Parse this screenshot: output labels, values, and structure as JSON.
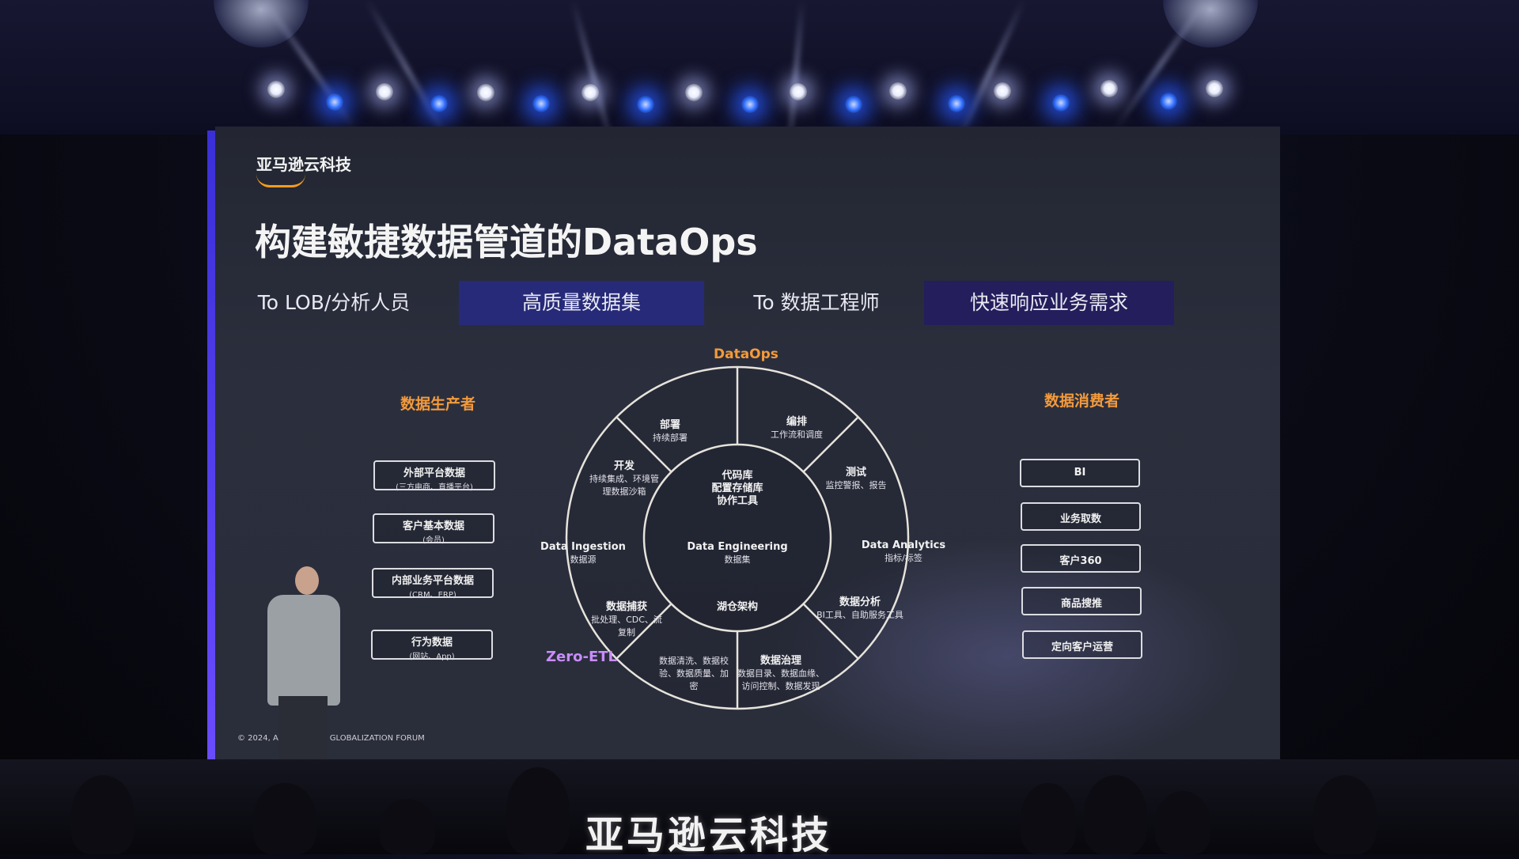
{
  "slide": {
    "logo_text": "亚马逊云科技",
    "title": "构建敏捷数据管道的DataOps",
    "tabs": [
      {
        "label": "To LOB/分析人员"
      },
      {
        "label": "高质量数据集"
      },
      {
        "label": "To 数据工程师"
      },
      {
        "label": "快速响应业务需求"
      }
    ],
    "producers": {
      "title": "数据生产者",
      "items": [
        {
          "label": "外部平台数据",
          "sub": "(三方电商、直播平台)"
        },
        {
          "label": "客户基本数据",
          "sub": "(会员)"
        },
        {
          "label": "内部业务平台数据",
          "sub": "(CRM、ERP)"
        },
        {
          "label": "行为数据",
          "sub": "(网站、App)"
        }
      ]
    },
    "consumers": {
      "title": "数据消费者",
      "items": [
        "BI",
        "业务取数",
        "客户360",
        "商品搜推",
        "定向客户运营"
      ]
    },
    "wheel": {
      "label": "DataOps",
      "core_top": [
        "代码库",
        "配置存储库",
        "协作工具"
      ],
      "core_center": {
        "title": "Data Engineering",
        "sub": "数据集"
      },
      "core_bottom": "湖仓架构",
      "segments": {
        "deploy": {
          "title": "部署",
          "sub": "持续部署"
        },
        "orchestrate": {
          "title": "编排",
          "sub": "工作流和调度"
        },
        "test": {
          "title": "测试",
          "sub": "监控警报、报告"
        },
        "develop": {
          "title": "开发",
          "sub": "持续集成、环境管理数据沙箱"
        },
        "ingestion": {
          "title": "Data Ingestion",
          "sub": "数据源"
        },
        "analytics": {
          "title": "Data Analytics",
          "sub": "指标/标签"
        },
        "capture": {
          "title": "数据捕获",
          "sub": "批处理、CDC、流复制"
        },
        "analysis": {
          "title": "数据分析",
          "sub": "BI工具、自助服务工具"
        },
        "cleanse": {
          "title": "数据清洗、数据校验、数据质量、加密"
        },
        "governance": {
          "title": "数据治理",
          "sub": "数据目录、数据血缘、访问控制、数据发现"
        }
      }
    },
    "zero_etl": "Zero-ETL",
    "copyright": "© 2024, A        B SERVICES GLOBALIZATION FORUM"
  },
  "stage_banner": "亚马逊云科技"
}
